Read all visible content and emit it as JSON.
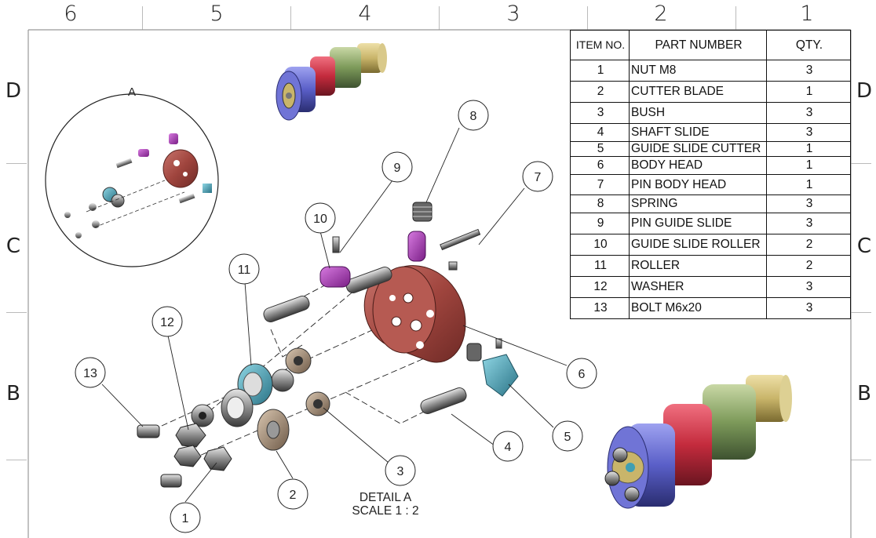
{
  "zones": {
    "columns": [
      "6",
      "5",
      "4",
      "3",
      "2",
      "1"
    ],
    "rows": [
      "D",
      "C",
      "B"
    ]
  },
  "bom": {
    "headers": {
      "item": "ITEM NO.",
      "part": "PART NUMBER",
      "qty": "QTY."
    },
    "rows": [
      {
        "item": "1",
        "part": "NUT M8",
        "qty": "3"
      },
      {
        "item": "2",
        "part": "CUTTER BLADE",
        "qty": "1"
      },
      {
        "item": "3",
        "part": "BUSH",
        "qty": "3"
      },
      {
        "item": "4",
        "part": "SHAFT SLIDE",
        "qty": "3"
      },
      {
        "item": "5",
        "part": "GUIDE SLIDE CUTTER",
        "qty": "1"
      },
      {
        "item": "6",
        "part": "BODY HEAD",
        "qty": "1"
      },
      {
        "item": "7",
        "part": "PIN BODY HEAD",
        "qty": "1"
      },
      {
        "item": "8",
        "part": "SPRING",
        "qty": "3"
      },
      {
        "item": "9",
        "part": "PIN GUIDE SLIDE",
        "qty": "3"
      },
      {
        "item": "10",
        "part": "GUIDE SLIDE ROLLER",
        "qty": "2"
      },
      {
        "item": "11",
        "part": "ROLLER",
        "qty": "2"
      },
      {
        "item": "12",
        "part": "WASHER",
        "qty": "3"
      },
      {
        "item": "13",
        "part": "BOLT M6x20",
        "qty": "3"
      }
    ]
  },
  "detail": {
    "letter": "A",
    "title": "DETAIL A",
    "scale": "SCALE 1 : 2"
  },
  "balloons": [
    "1",
    "2",
    "3",
    "4",
    "5",
    "6",
    "7",
    "8",
    "9",
    "10",
    "11",
    "12",
    "13"
  ],
  "colors": {
    "body_head": "#a0453e",
    "purple": "#9b2fa6",
    "teal": "#3f9fb3",
    "steel": "#9a9a9a",
    "green": "#8aa36a",
    "red": "#c42b3d",
    "blue": "#5a5fc8",
    "gold": "#c9b56a"
  }
}
